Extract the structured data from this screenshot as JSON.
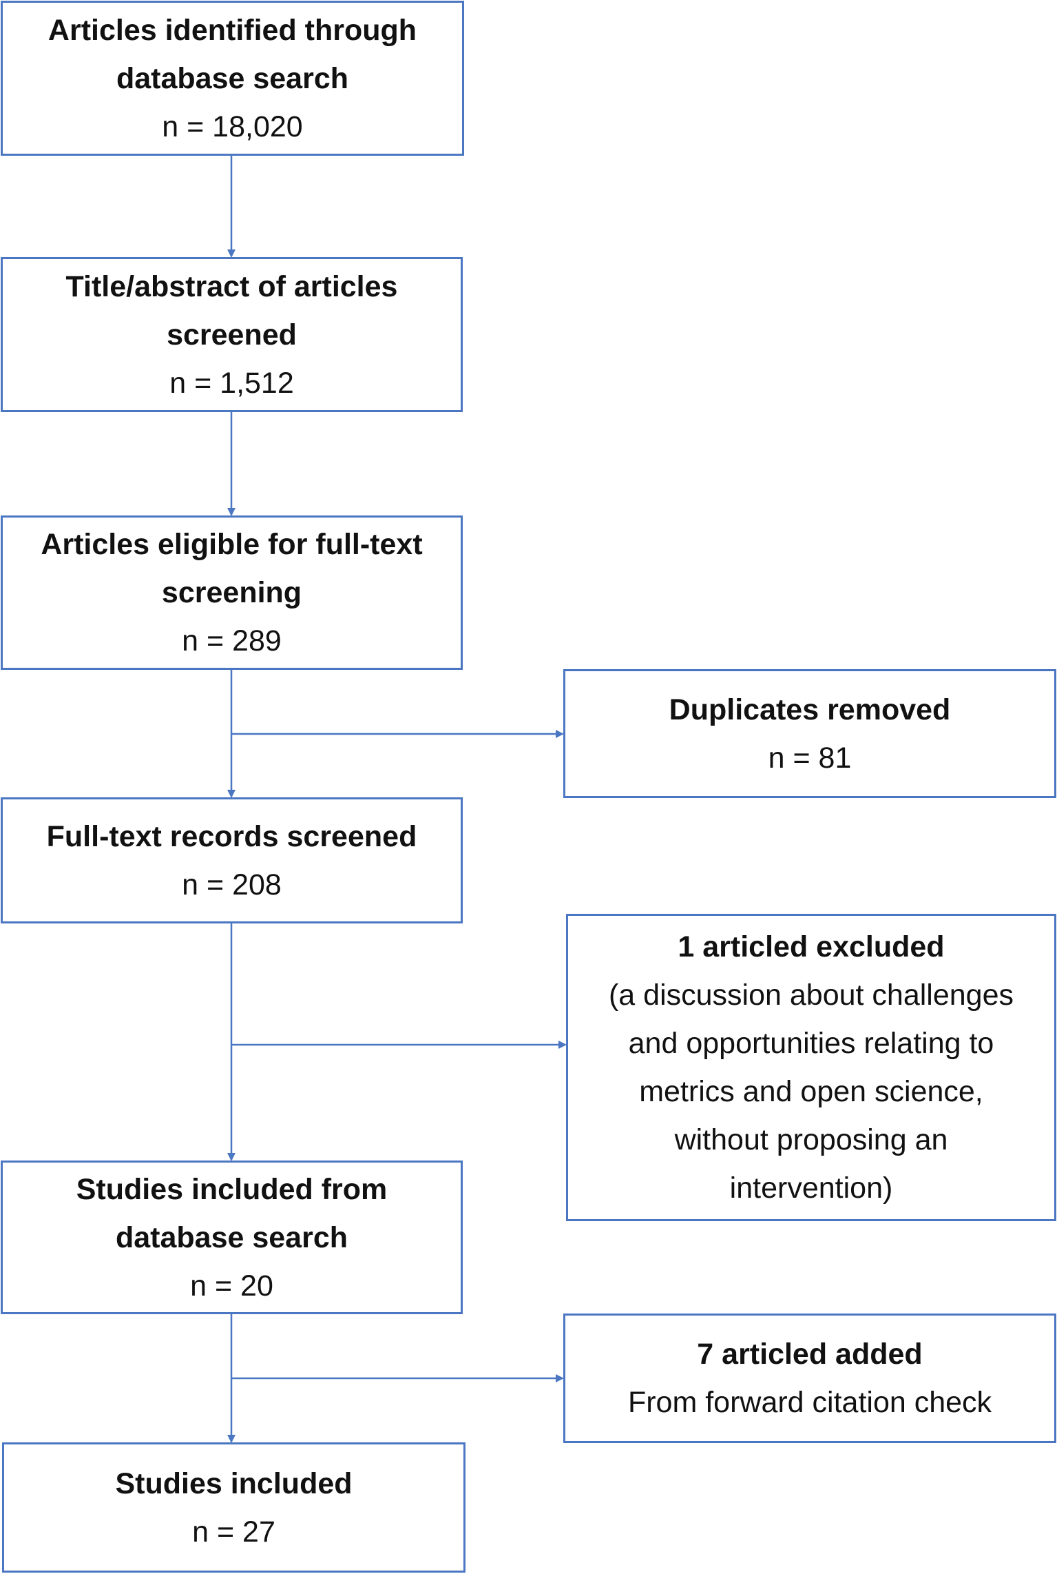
{
  "diagram": {
    "boxes": {
      "identified": {
        "title_lines": [
          "Articles identified through",
          "database search"
        ],
        "count": "n = 18,020"
      },
      "screened": {
        "title_lines": [
          "Title/abstract of articles",
          "screened"
        ],
        "count": "n = 1,512"
      },
      "eligible": {
        "title_lines": [
          "Articles eligible for full-text",
          "screening"
        ],
        "count": "n = 289"
      },
      "fulltext": {
        "title_lines": [
          "Full-text records screened"
        ],
        "count": "n = 208"
      },
      "db_included": {
        "title_lines": [
          "Studies included from",
          "database search"
        ],
        "count": "n = 20"
      },
      "included": {
        "title_lines": [
          "Studies included"
        ],
        "count": "n = 27"
      },
      "duplicates": {
        "title_lines": [
          "Duplicates removed"
        ],
        "count": "n = 81"
      },
      "excluded": {
        "title_lines": [
          "1 articled excluded"
        ],
        "note_lines": [
          "(a discussion about challenges",
          "and opportunities relating to",
          "metrics and open science,",
          "without proposing an",
          "intervention)"
        ]
      },
      "added": {
        "title_lines": [
          "7 articled added"
        ],
        "note_lines": [
          "From forward citation check"
        ]
      }
    },
    "colors": {
      "border": "#4a76c2",
      "arrow": "#4a76c2",
      "text": "#111111"
    }
  }
}
